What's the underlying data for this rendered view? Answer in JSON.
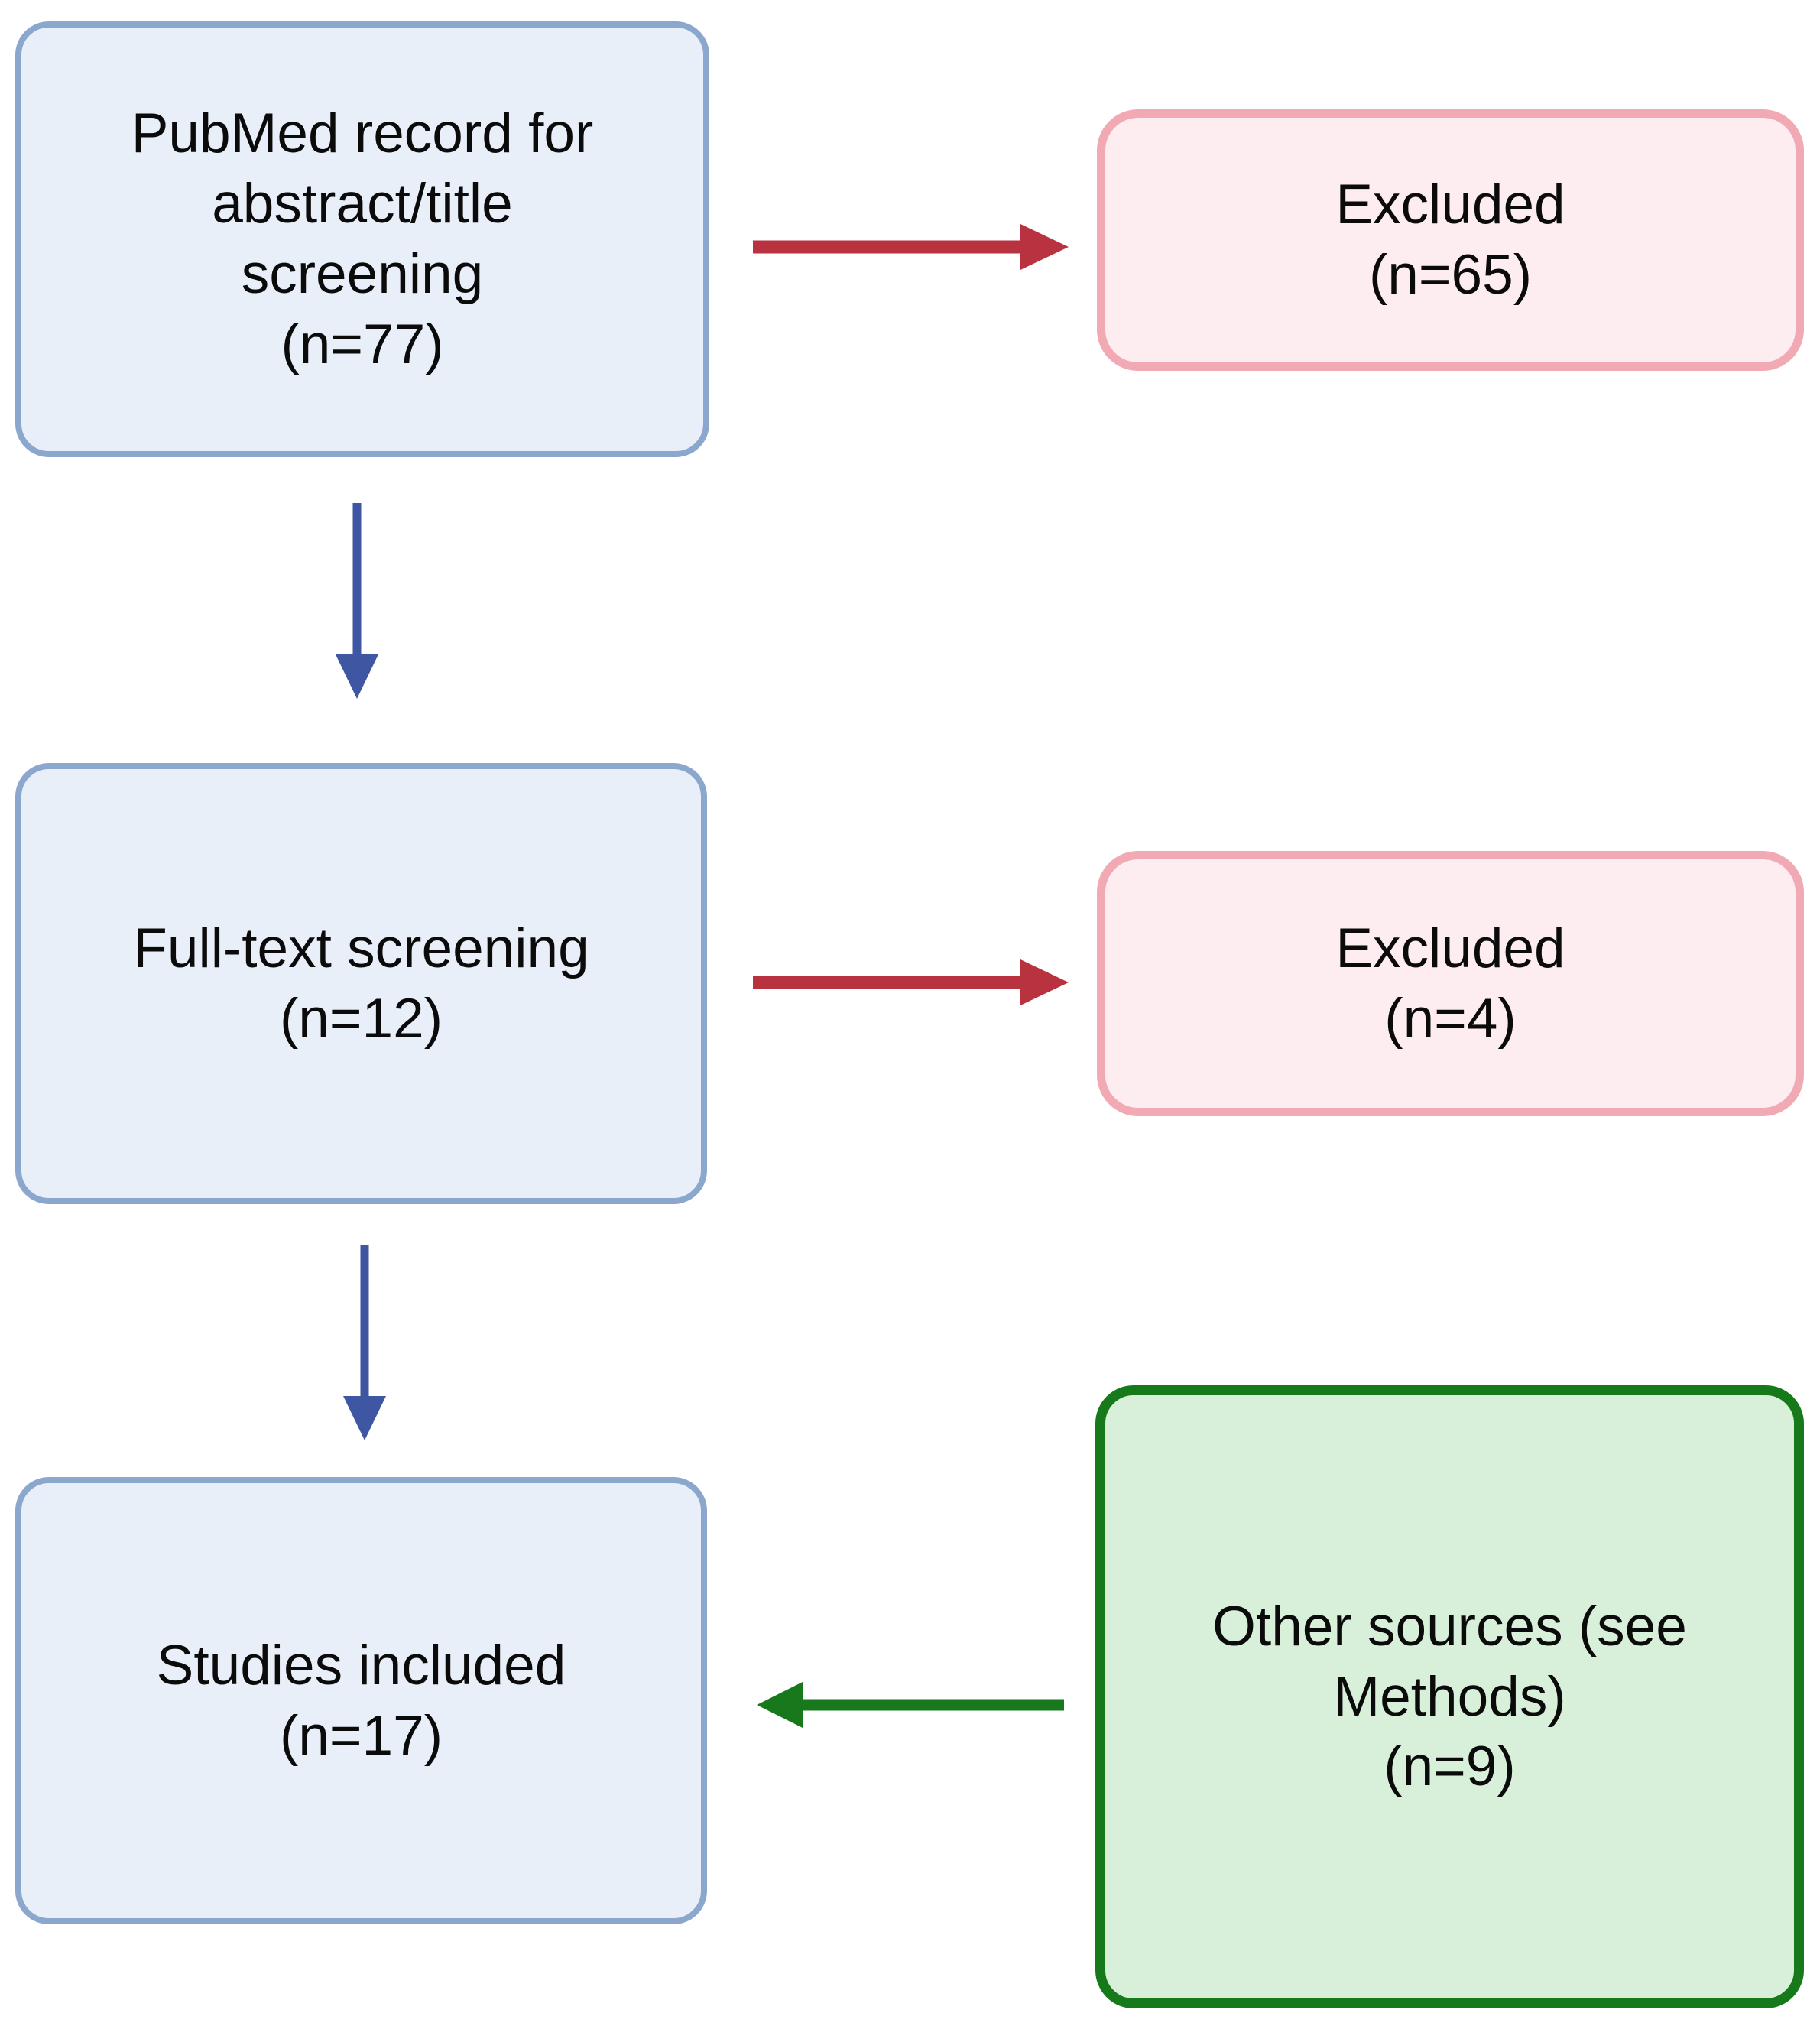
{
  "colors": {
    "blue_box_fill": "#e9eff9",
    "blue_box_border": "#8ca7cd",
    "pink_box_fill": "#fdedf0",
    "pink_box_border": "#f1a9b4",
    "green_box_fill": "#d8f0d9",
    "green_box_border": "#16791a",
    "arrow_blue": "#3f57a2",
    "arrow_red": "#b8323f",
    "arrow_green": "#17791b",
    "text": "#0b0b0b"
  },
  "boxes": {
    "pubmed": {
      "lines": [
        "PubMed record for",
        "abstract/title",
        "screening",
        "(n=77)"
      ]
    },
    "excluded1": {
      "lines": [
        "Excluded",
        "(n=65)"
      ]
    },
    "fulltext": {
      "lines": [
        "Full-text screening",
        "(n=12)"
      ]
    },
    "excluded2": {
      "lines": [
        "Excluded",
        "(n=4)"
      ]
    },
    "included": {
      "lines": [
        "Studies included",
        "(n=17)"
      ]
    },
    "other": {
      "lines": [
        "Other sources (see",
        "Methods)",
        "(n=9)"
      ]
    }
  }
}
